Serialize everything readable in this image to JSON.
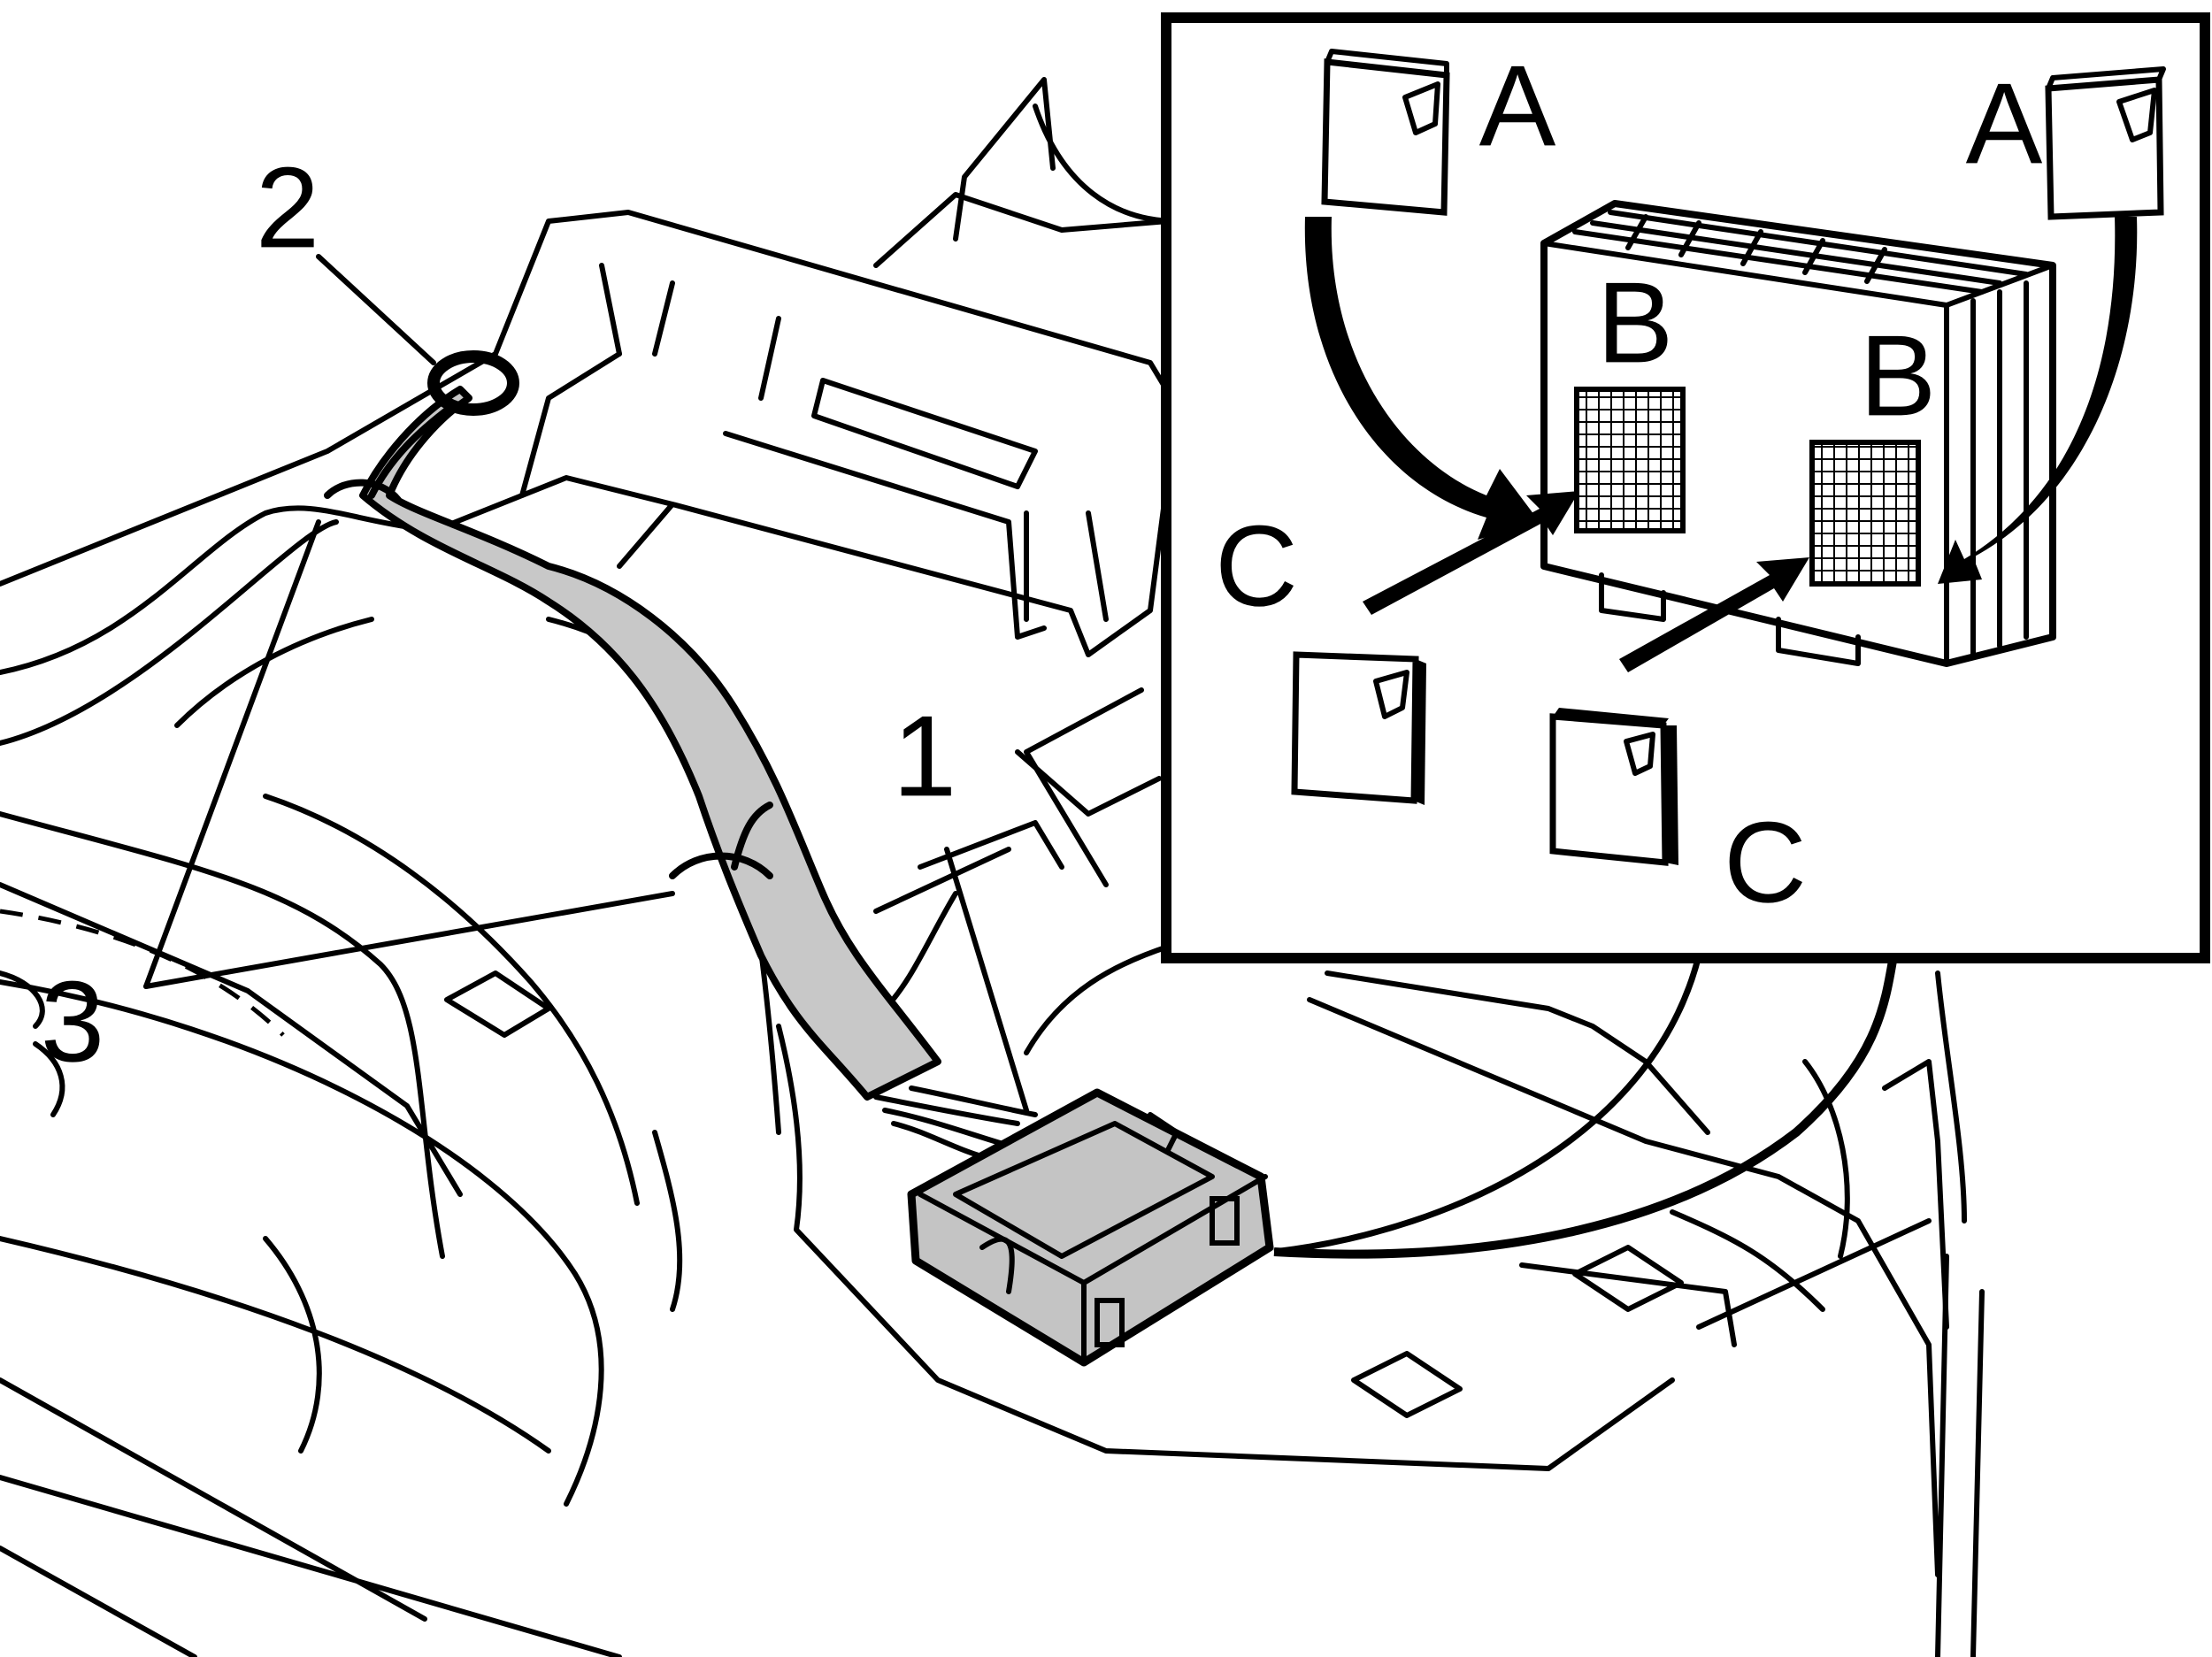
{
  "callouts": {
    "c1": "1",
    "c2": "2",
    "c3": "3",
    "inset_a_left": "A",
    "inset_a_right": "A",
    "inset_b_left": "B",
    "inset_b_right": "B",
    "inset_c_left": "C",
    "inset_c_bottom": "C"
  },
  "colors": {
    "line": "#000000",
    "harness_fill": "#c8c8c8",
    "module_fill": "#c4c4c4",
    "background": "#ffffff"
  },
  "icons": {
    "velcro_pad": "hook-and-loop-pad-icon",
    "tape_tab": "peel-off-tape-icon",
    "arrow": "curved-arrow-icon"
  }
}
